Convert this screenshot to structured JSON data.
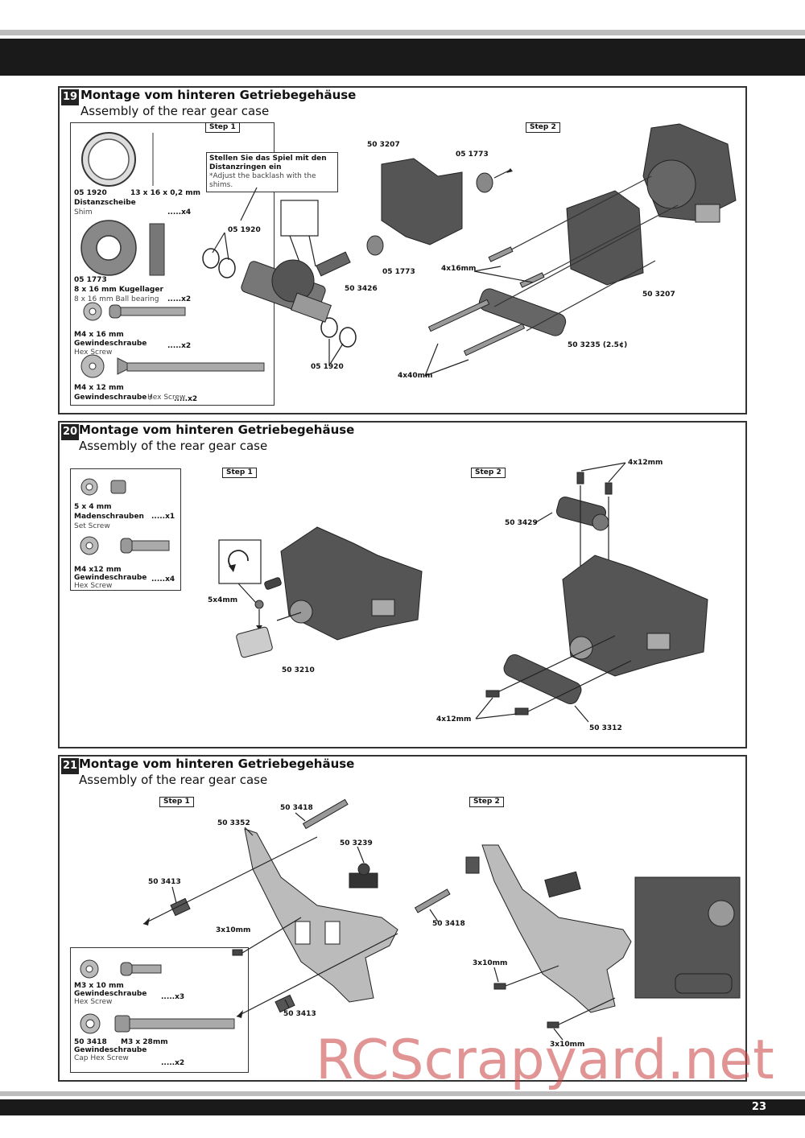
{
  "page_number": "23",
  "watermark": "RCScrapyard.net",
  "sections": [
    {
      "number": "19",
      "title": "Montage vom hinteren Getriebegehäuse",
      "subtitle": "Assembly of the rear gear case",
      "step1": "Step 1",
      "step2": "Step 2",
      "note_de": "Stellen Sie das Spiel mit den Distanzringen ein",
      "note_en": "*Adjust the backlash with the shims.",
      "parts": [
        {
          "code": "05 1920",
          "size": "13 x 16 x 0,2 mm",
          "de": "Distanzscheibe",
          "en": "Shim",
          "qty": ".....x4"
        },
        {
          "code": "05 1773",
          "size": "8 x 16 mm Kugellager",
          "de": "",
          "en": "8 x 16 mm Ball bearing",
          "qty": ".....x2"
        },
        {
          "code": "M4 x 16 mm",
          "size": "",
          "de": "Gewindeschraube",
          "en": "Hex Screw",
          "qty": ".....x2"
        },
        {
          "code": "M4 x 12 mm",
          "size": "",
          "de": "Gewindeschraube /",
          "en": "Hex Screw",
          "qty": ".....x2"
        }
      ],
      "labels": {
        "l1": "50 3207",
        "l2": "05 1773",
        "l3": "05 1920",
        "l4": "05 1773",
        "l5": "50 3426",
        "l6": "4x16mm",
        "l7": "50 3207",
        "l8": "05 1920",
        "l9": "50 3235 (2.5¢)",
        "l10": "4x40mm"
      }
    },
    {
      "number": "20",
      "title": "Montage vom hinteren Getriebegehäuse",
      "subtitle": "Assembly of the rear gear case",
      "step1": "Step 1",
      "step2": "Step 2",
      "parts": [
        {
          "code": "5 x 4 mm",
          "de": "Madenschrauben",
          "en": "Set Screw",
          "qty": ".....x1"
        },
        {
          "code": "M4 x12 mm",
          "de": "Gewindeschraube",
          "en": "Hex Screw",
          "qty": ".....x4"
        }
      ],
      "labels": {
        "l1": "5x4mm",
        "l2": "50 3210",
        "l3": "50 3429",
        "l4": "4x12mm",
        "l5": "4x12mm",
        "l6": "50 3312"
      }
    },
    {
      "number": "21",
      "title": "Montage vom hinteren Getriebegehäuse",
      "subtitle": "Assembly of the rear gear case",
      "step1": "Step 1",
      "step2": "Step 2",
      "parts": [
        {
          "code": "M3 x 10 mm",
          "de": "Gewindeschraube",
          "en": "Hex Screw",
          "qty": ".....x3"
        },
        {
          "code": "50 3418",
          "code2": "M3 x 28mm",
          "de": "Gewindeschraube",
          "en": "Cap Hex Screw",
          "qty": ".....x2"
        }
      ],
      "labels": {
        "l1": "50 3418",
        "l2": "50 3352",
        "l3": "50 3239",
        "l4": "50 3413",
        "l5": "50 3418",
        "l6": "3x10mm",
        "l7": "50 3413",
        "l8": "3x10mm",
        "l9": "3x10mm"
      }
    }
  ]
}
